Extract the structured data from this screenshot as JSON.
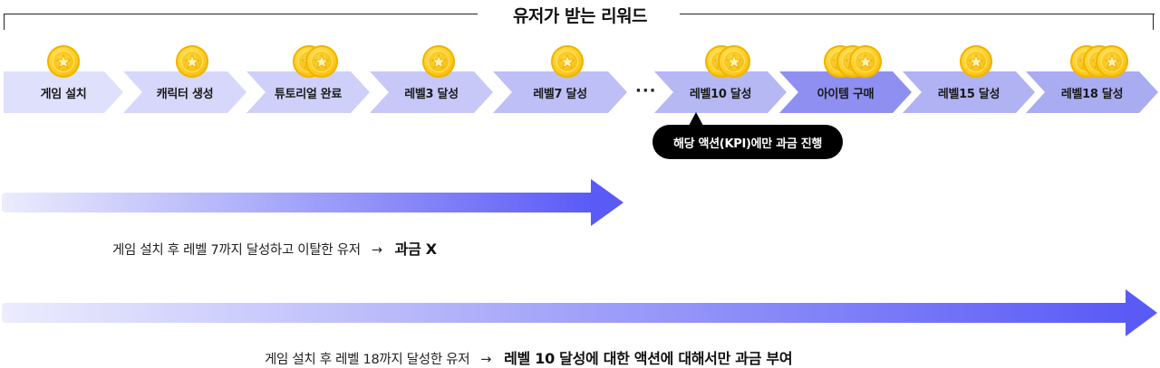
{
  "header": {
    "title": "유저가 받는 리워드"
  },
  "steps": [
    {
      "label": "게임 설치",
      "coins": 1,
      "color": "#dfe0fb"
    },
    {
      "label": "캐릭터 생성",
      "coins": 1,
      "color": "#d6d7fa"
    },
    {
      "label": "튜토리얼 완료",
      "coins": 2,
      "color": "#cfd0f9"
    },
    {
      "label": "레벨3 달성",
      "coins": 1,
      "color": "#c7c8f8"
    },
    {
      "label": "레벨7 달성",
      "coins": 1,
      "color": "#bebff6"
    },
    {
      "label": "레벨10 달성",
      "coins": 2,
      "color": "#b6b8f4"
    },
    {
      "label": "아이템 구매",
      "coins": 3,
      "color": "#8e8ff0"
    },
    {
      "label": "레벨15 달성",
      "coins": 1,
      "color": "#b0b2f3"
    },
    {
      "label": "레벨18 달성",
      "coins": 3,
      "color": "#aaacf2"
    }
  ],
  "ellipsis": "···",
  "tooltip": {
    "text": "해당 액션(KPI)에만 과금 진행"
  },
  "rows": [
    {
      "desc": "게임 설치 후 레벨 7까지 달성하고 이탈한 유저",
      "symbol": "→",
      "result": "과금 X"
    },
    {
      "desc": "게임 설치 후 레벨 18까지 달성한 유저",
      "symbol": "→",
      "result": "레벨 10 달성에 대한 액션에 대해서만 과금 부여"
    }
  ],
  "colors": {
    "arrow_start": "#ececfd",
    "arrow_end": "#5a5af7"
  },
  "icons": {
    "coin": "star-coin-icon"
  }
}
